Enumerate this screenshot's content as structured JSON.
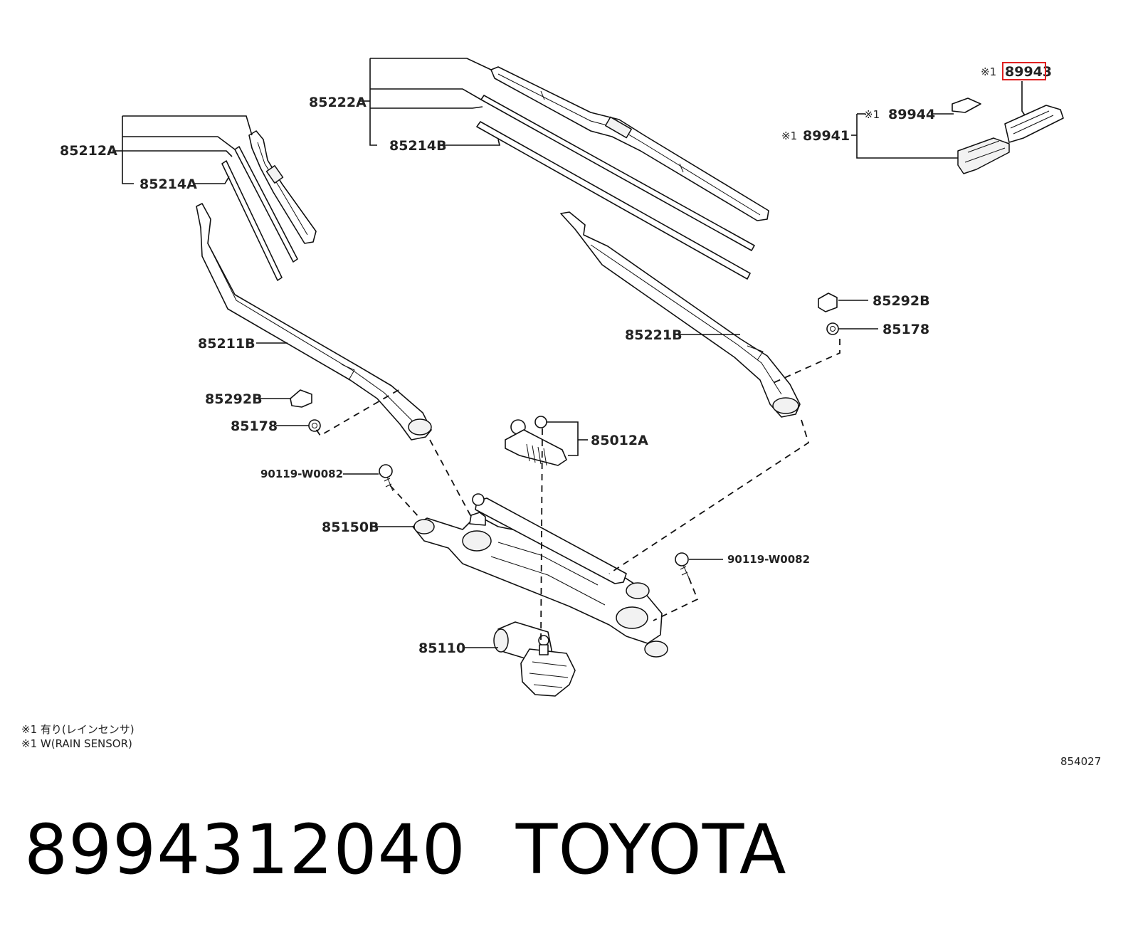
{
  "callouts": {
    "c85222A": "85222A",
    "c85214B": "85214B",
    "c85212A": "85212A",
    "c85214A": "85214A",
    "c89943": "89943",
    "c89944": "89944",
    "c89941": "89941",
    "c85292B_right": "85292B",
    "c85178_right": "85178",
    "c85221B": "85221B",
    "c85211B": "85211B",
    "c85292B_left": "85292B",
    "c85178_left": "85178",
    "c85012A": "85012A",
    "c90119_left": "90119-W0082",
    "c85150B": "85150B",
    "c90119_right": "90119-W0082",
    "c85110": "85110"
  },
  "marks": {
    "m89943": "※1",
    "m89944": "※1",
    "m89941": "※1"
  },
  "notes": {
    "line1": "※1 有り(レインセンサ)",
    "line2": "※1 W(RAIN SENSOR)"
  },
  "diagram_code": "854027",
  "footer": {
    "part_number": "8994312040",
    "brand": "TOYOTA"
  }
}
